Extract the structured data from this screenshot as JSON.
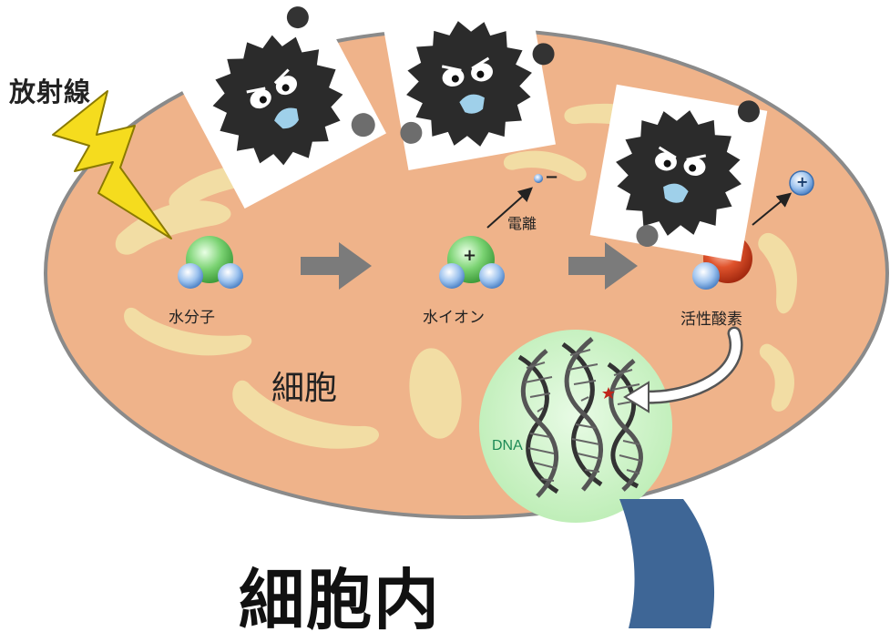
{
  "labels": {
    "radiation": "放射線",
    "water_molecule": "水分子",
    "water_ion": "水イオン",
    "ionization": "電離",
    "reactive_oxygen": "活性酸素",
    "cell": "細胞",
    "dna": "DNA",
    "inside_cell": "細胞内"
  },
  "symbols": {
    "plus": "+",
    "minus": "−"
  },
  "colors": {
    "cell_fill": "#EFB38A",
    "cell_border": "#7a7a7a",
    "organelle": "#F2E0A6",
    "lightning": "#F5DC1E",
    "arrow": "#7B7B7B",
    "oxygen_green": "#6FCB6A",
    "oxygen_red": "#D9451E",
    "hydrogen_blue": "#8DB7E8",
    "dna_circle": "#CFF2CB",
    "blue_band": "#3E6696",
    "germ_body": "#2b2b2b"
  },
  "icons": [
    "lightning-icon",
    "germ-icon",
    "arrow-right-icon",
    "molecule-icon",
    "dna-helix-icon"
  ]
}
